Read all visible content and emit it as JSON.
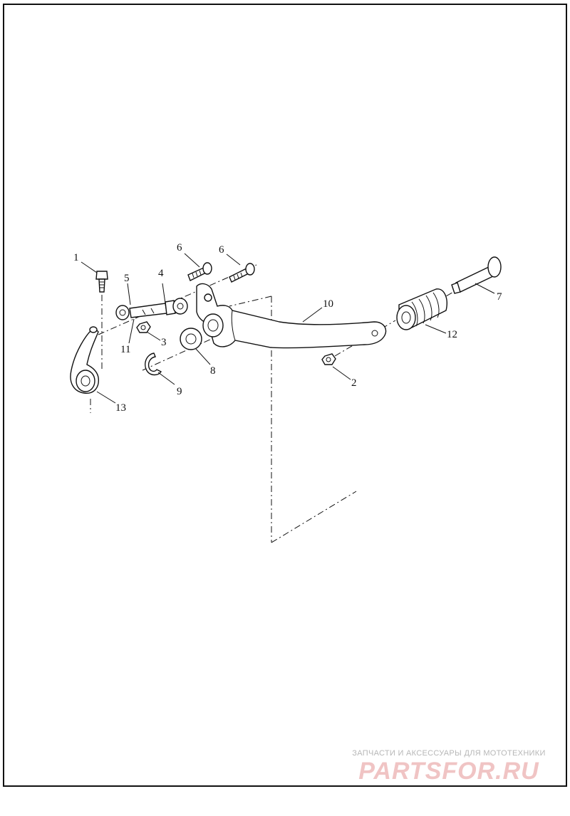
{
  "callouts": {
    "c1": "1",
    "c2": "2",
    "c3": "3",
    "c4": "4",
    "c5": "5",
    "c6a": "6",
    "c6b": "6",
    "c7": "7",
    "c8": "8",
    "c9": "9",
    "c10": "10",
    "c11": "11",
    "c12": "12",
    "c13": "13"
  },
  "watermark": {
    "tagline": "ЗАПЧАСТИ И АКСЕССУАРЫ ДЛЯ МОТОТЕХНИКИ",
    "brand": "PARTSFOR.RU"
  },
  "colors": {
    "line": "#111111",
    "watermark_brand": "#f0c4c4",
    "watermark_tagline": "#b7b7b7"
  }
}
